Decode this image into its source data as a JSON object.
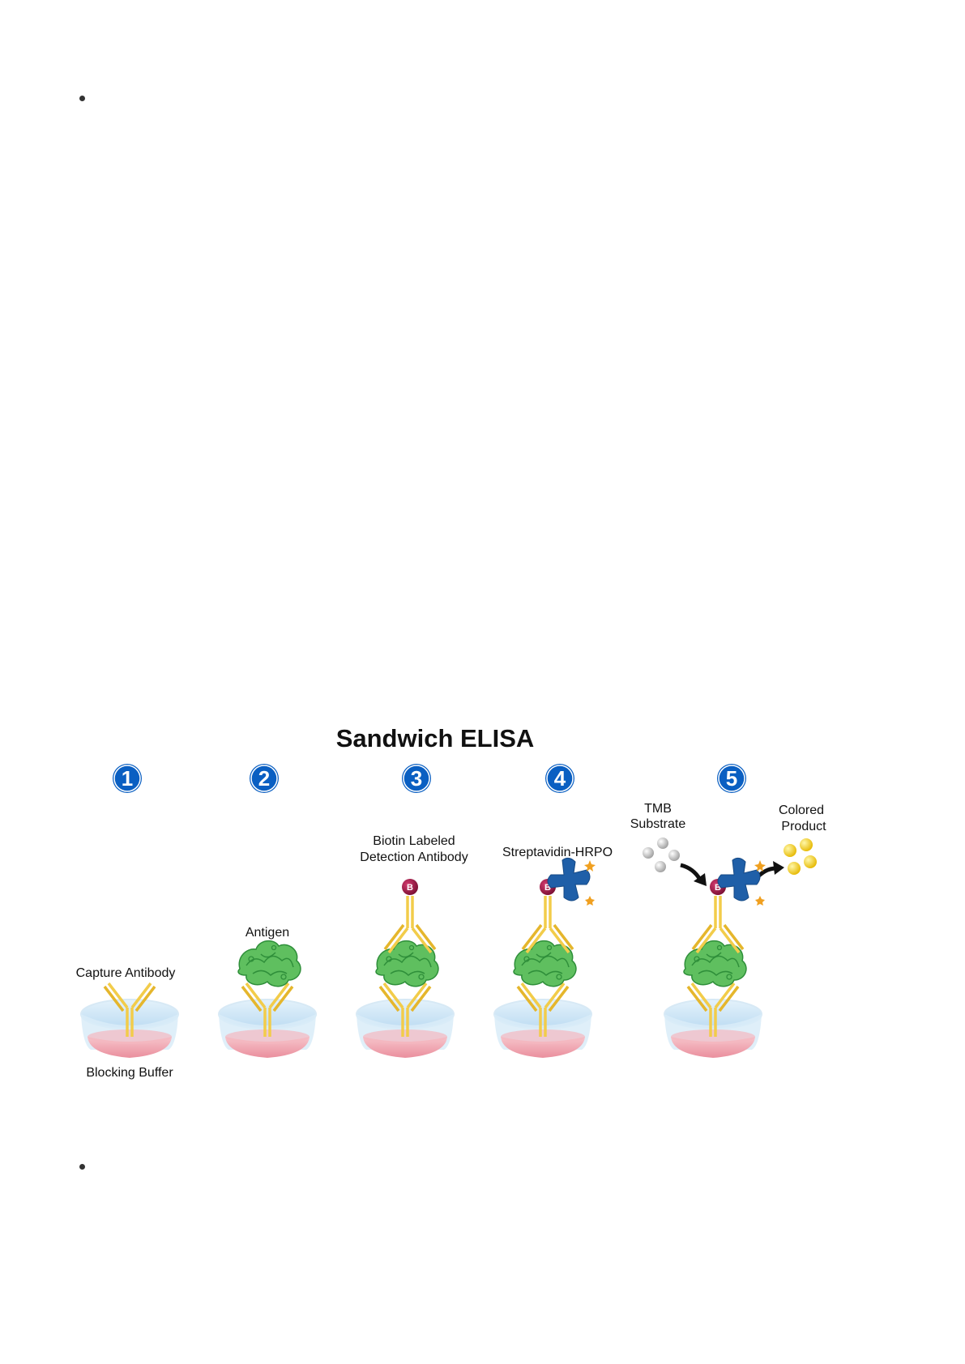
{
  "title": "Sandwich ELISA",
  "steps": [
    {
      "number": "1",
      "labels": [
        "Capture Antibody",
        "Blocking Buffer"
      ]
    },
    {
      "number": "2",
      "labels": [
        "Antigen"
      ]
    },
    {
      "number": "3",
      "labels": [
        "Biotin Labeled",
        "Detection Antibody"
      ]
    },
    {
      "number": "4",
      "labels": [
        "Streptavidin-HRPO"
      ]
    },
    {
      "number": "5",
      "labels": [
        "TMB",
        "Substrate",
        "Colored",
        "Product"
      ]
    }
  ],
  "biotin_marker": "B",
  "colors": {
    "step_badge": "#0a5fc2",
    "antibody": "#f2cc4a",
    "antigen": "#4caf50",
    "biotin": "#a3184a",
    "streptavidin_hrpo": "#1f5fa8",
    "hrpo_star": "#f0a020",
    "tmb_substrate": "#c8c8c8",
    "colored_product": "#f5d219",
    "well_liquid": "#cfe6f7",
    "well_bottom": "#f1a9b3"
  },
  "icons": [
    "bullet-icon",
    "step-number-badge",
    "capture-antibody-icon",
    "antigen-icon",
    "detection-antibody-icon",
    "biotin-icon",
    "streptavidin-hrpo-icon",
    "arrow-icon",
    "well-icon"
  ]
}
